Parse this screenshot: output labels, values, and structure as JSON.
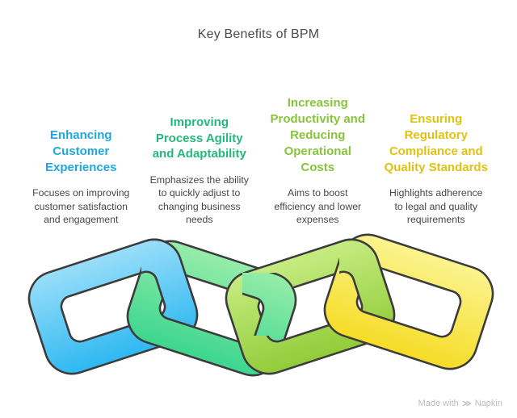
{
  "title": "Key Benefits of BPM",
  "columns": [
    {
      "heading": "Enhancing Customer Experiences",
      "description": "Focuses on improving customer satisfaction and engagement",
      "heading_color": "#1fa7dd",
      "link_gradient": {
        "from": "#9adef9",
        "to": "#2eb8f1"
      }
    },
    {
      "heading": "Improving Process Agility and Adaptability",
      "description": "Emphasizes the ability to quickly adjust to changing business needs",
      "heading_color": "#23b97a",
      "link_gradient": {
        "from": "#97eda9",
        "to": "#3cd68f"
      }
    },
    {
      "heading": "Increasing Productivity and Reducing Operational Costs",
      "description": "Aims to boost efficiency and lower expenses",
      "heading_color": "#88c33c",
      "link_gradient": {
        "from": "#c6ec82",
        "to": "#92cc39"
      }
    },
    {
      "heading": "Ensuring Regulatory Compliance and Quality Standards",
      "description": "Highlights adherence to legal and quality requirements",
      "heading_color": "#e0c114",
      "link_gradient": {
        "from": "#fbf490",
        "to": "#f6dc26"
      }
    }
  ],
  "chain": {
    "outline_color": "#3c3c3c"
  },
  "watermark": {
    "prefix": "Made with",
    "brand": "Napkin"
  }
}
